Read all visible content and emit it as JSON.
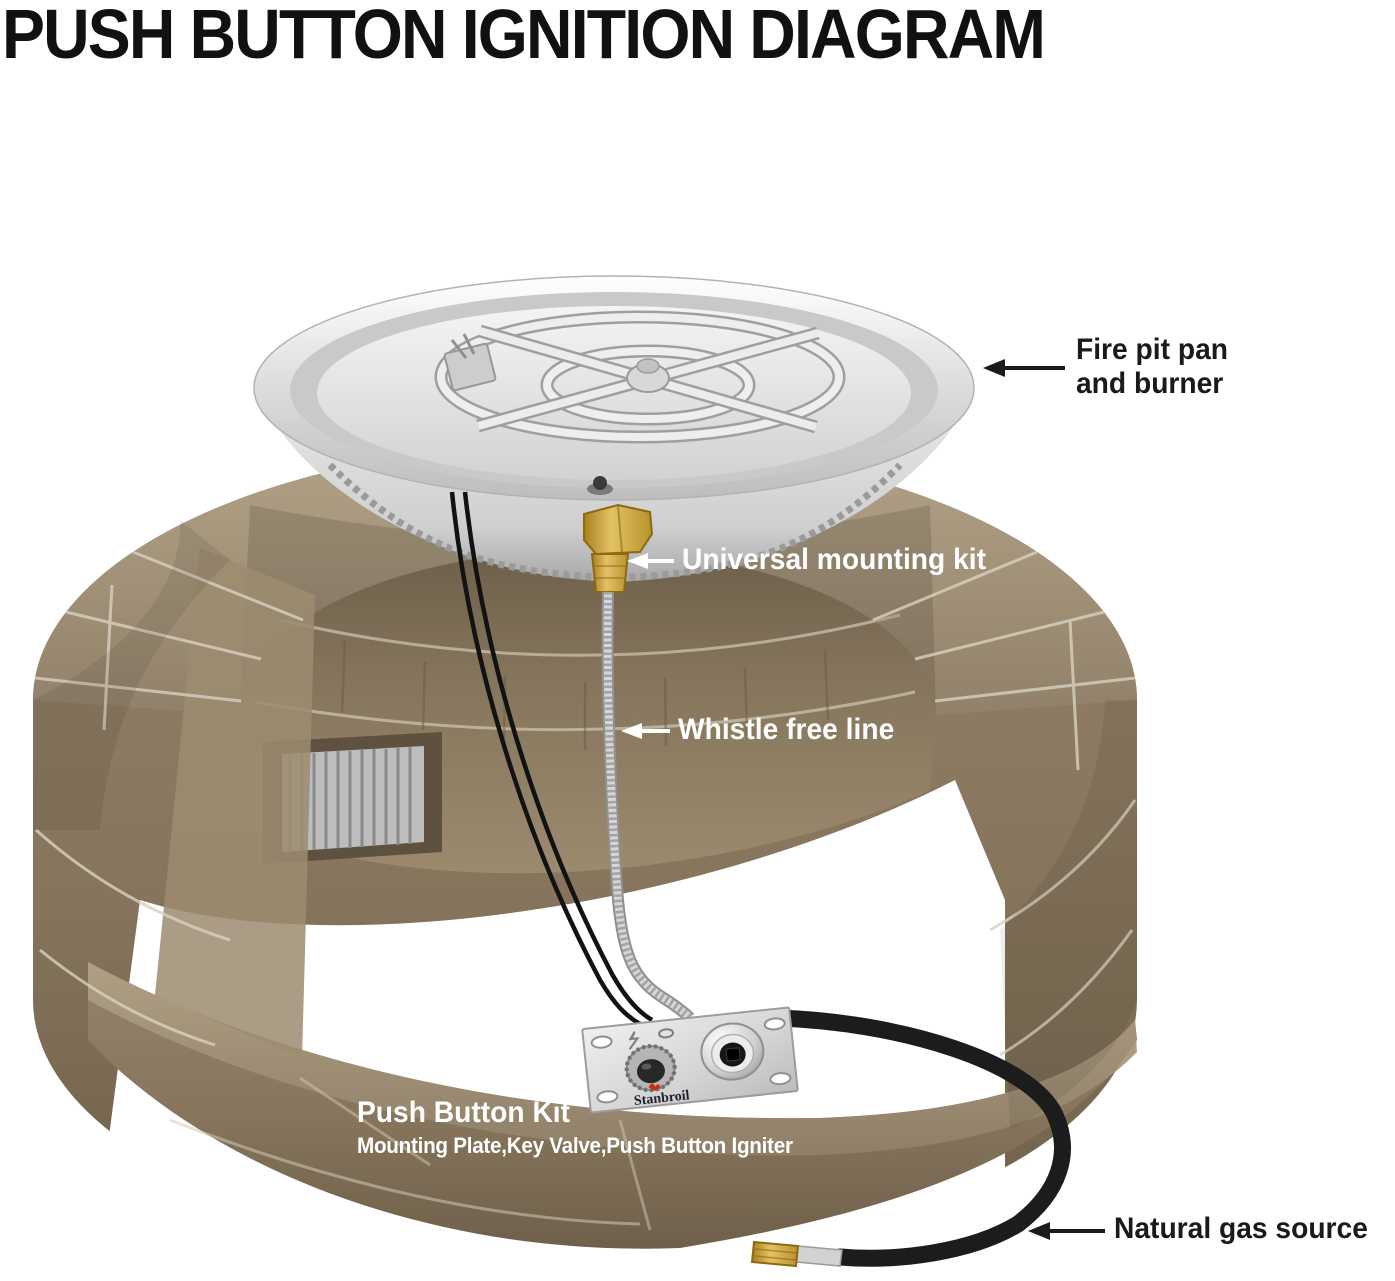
{
  "title": "PUSH BUTTON IGNITION DIAGRAM",
  "brand": "Stanbroil",
  "callouts": {
    "fire_pit_pan": {
      "line1": "Fire pit pan",
      "line2": "and burner"
    },
    "universal_mounting_kit": {
      "text": "Universal mounting kit"
    },
    "whistle_free_line": {
      "text": "Whistle free line"
    },
    "push_button_kit": {
      "title": "Push Button Kit",
      "subtitle": "Mounting Plate,Key Valve,Push Button Igniter"
    },
    "natural_gas_source": {
      "text": "Natural gas source"
    }
  },
  "palette": {
    "label_dark": "#1a1a1a",
    "label_light": "#ffffff",
    "stone": "#8a7a60",
    "stone_light": "#a5977c",
    "mortar": "#d8d2c2",
    "steel": "#d9d9d9",
    "brass": "#c89b2a",
    "hose_black": "#1c1c1c",
    "brand_red": "#cc2d12"
  }
}
